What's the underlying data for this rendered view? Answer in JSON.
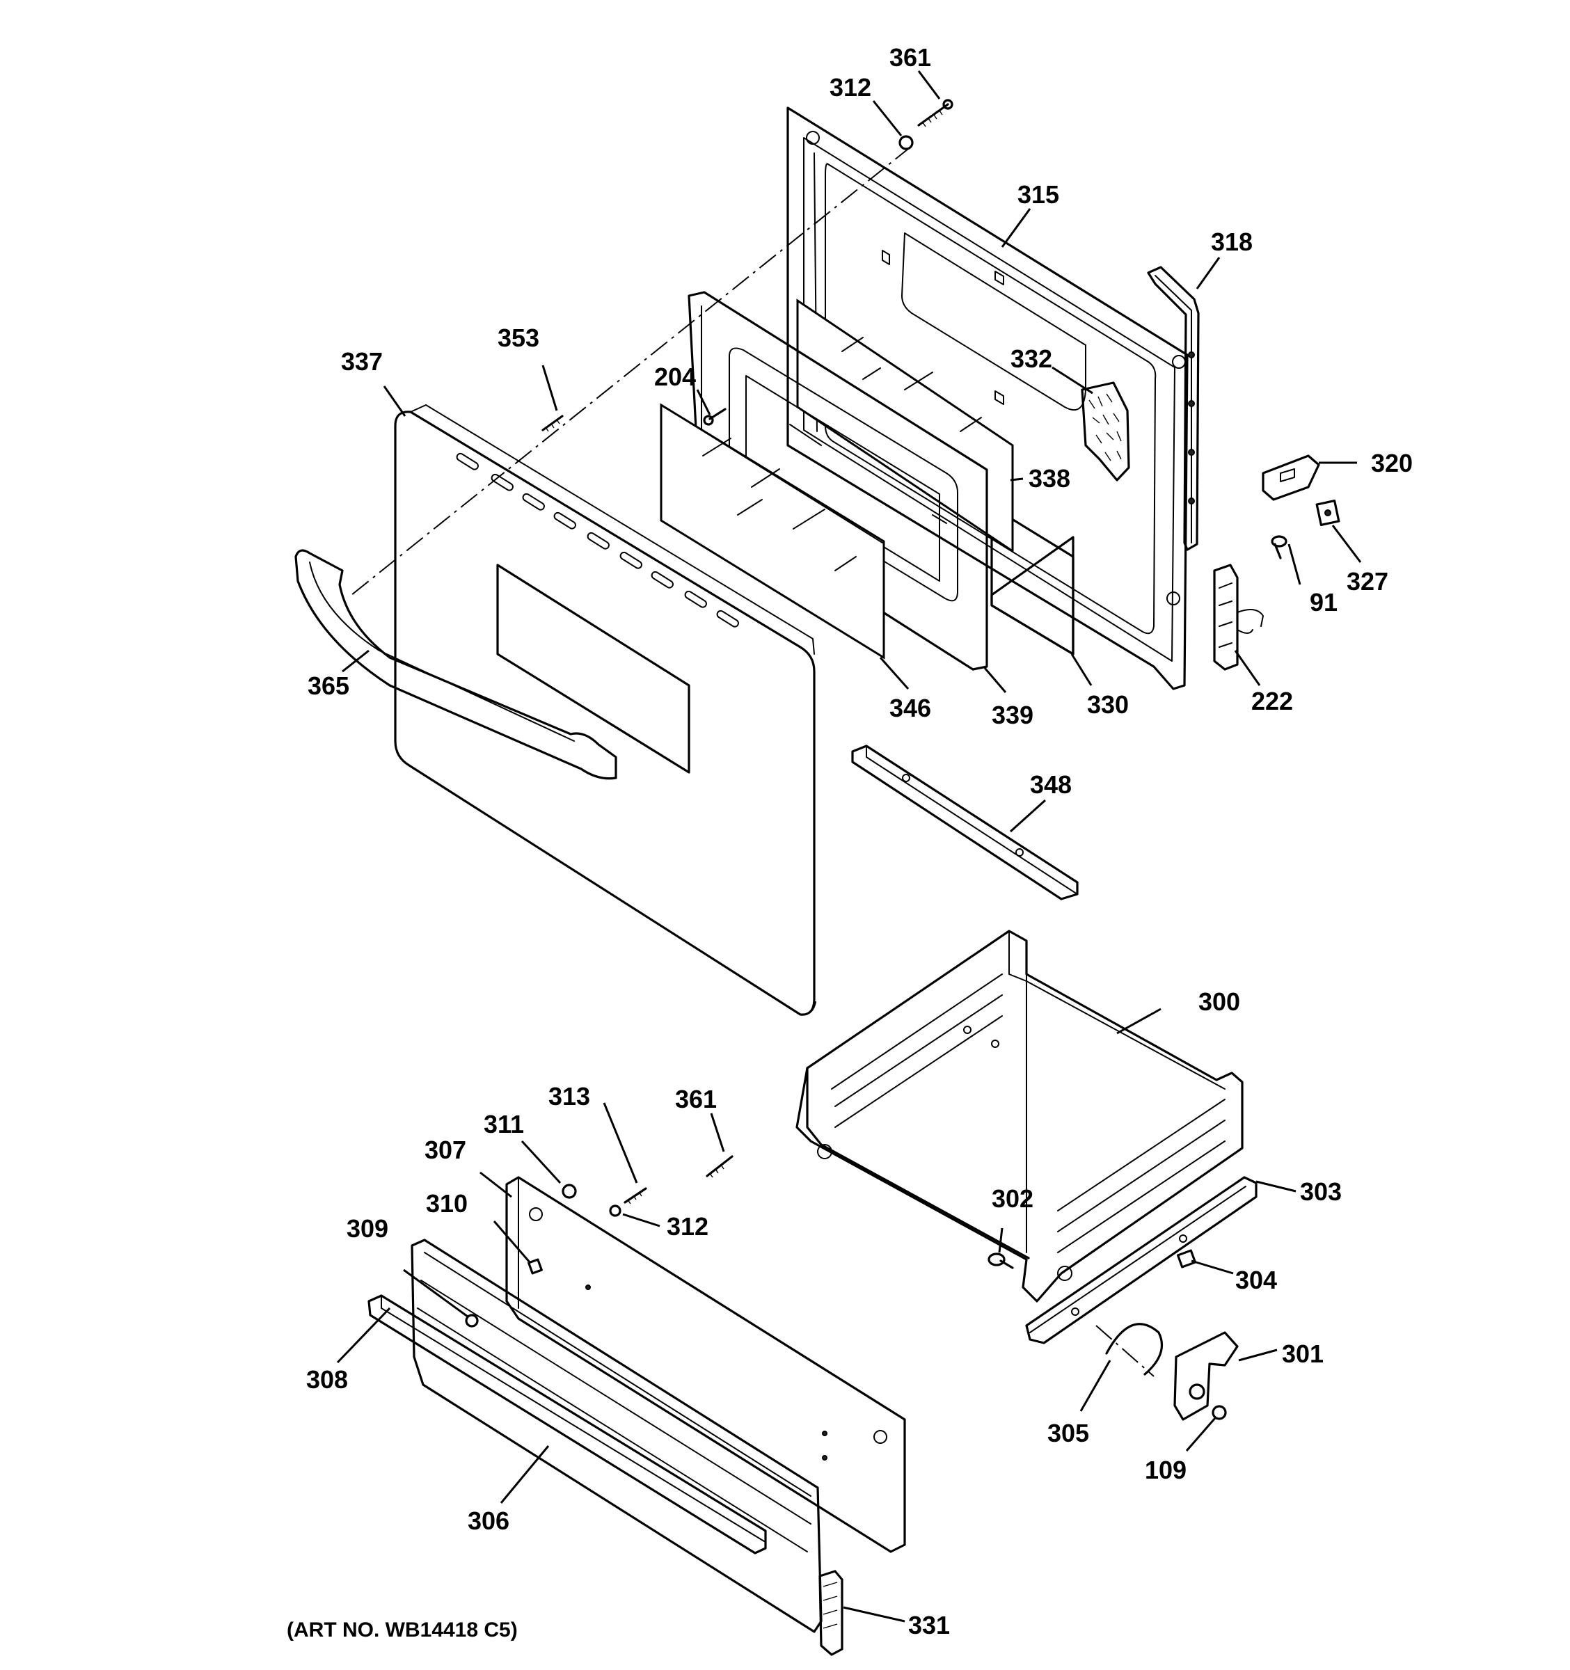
{
  "diagram": {
    "art_number": "(ART NO. WB14418 C5)",
    "callouts": [
      {
        "id": "361-top",
        "label": "361"
      },
      {
        "id": "312-top",
        "label": "312"
      },
      {
        "id": "315",
        "label": "315"
      },
      {
        "id": "318",
        "label": "318"
      },
      {
        "id": "337",
        "label": "337"
      },
      {
        "id": "353",
        "label": "353"
      },
      {
        "id": "204",
        "label": "204"
      },
      {
        "id": "332",
        "label": "332"
      },
      {
        "id": "338",
        "label": "338"
      },
      {
        "id": "320",
        "label": "320"
      },
      {
        "id": "327",
        "label": "327"
      },
      {
        "id": "91",
        "label": "91"
      },
      {
        "id": "365",
        "label": "365"
      },
      {
        "id": "346",
        "label": "346"
      },
      {
        "id": "339",
        "label": "339"
      },
      {
        "id": "330",
        "label": "330"
      },
      {
        "id": "222",
        "label": "222"
      },
      {
        "id": "348",
        "label": "348"
      },
      {
        "id": "300",
        "label": "300"
      },
      {
        "id": "313",
        "label": "313"
      },
      {
        "id": "361-bottom",
        "label": "361"
      },
      {
        "id": "311",
        "label": "311"
      },
      {
        "id": "307",
        "label": "307"
      },
      {
        "id": "310",
        "label": "310"
      },
      {
        "id": "312-bottom",
        "label": "312"
      },
      {
        "id": "302",
        "label": "302"
      },
      {
        "id": "303",
        "label": "303"
      },
      {
        "id": "309",
        "label": "309"
      },
      {
        "id": "304",
        "label": "304"
      },
      {
        "id": "301",
        "label": "301"
      },
      {
        "id": "308",
        "label": "308"
      },
      {
        "id": "305",
        "label": "305"
      },
      {
        "id": "109",
        "label": "109"
      },
      {
        "id": "306",
        "label": "306"
      },
      {
        "id": "331",
        "label": "331"
      }
    ]
  }
}
